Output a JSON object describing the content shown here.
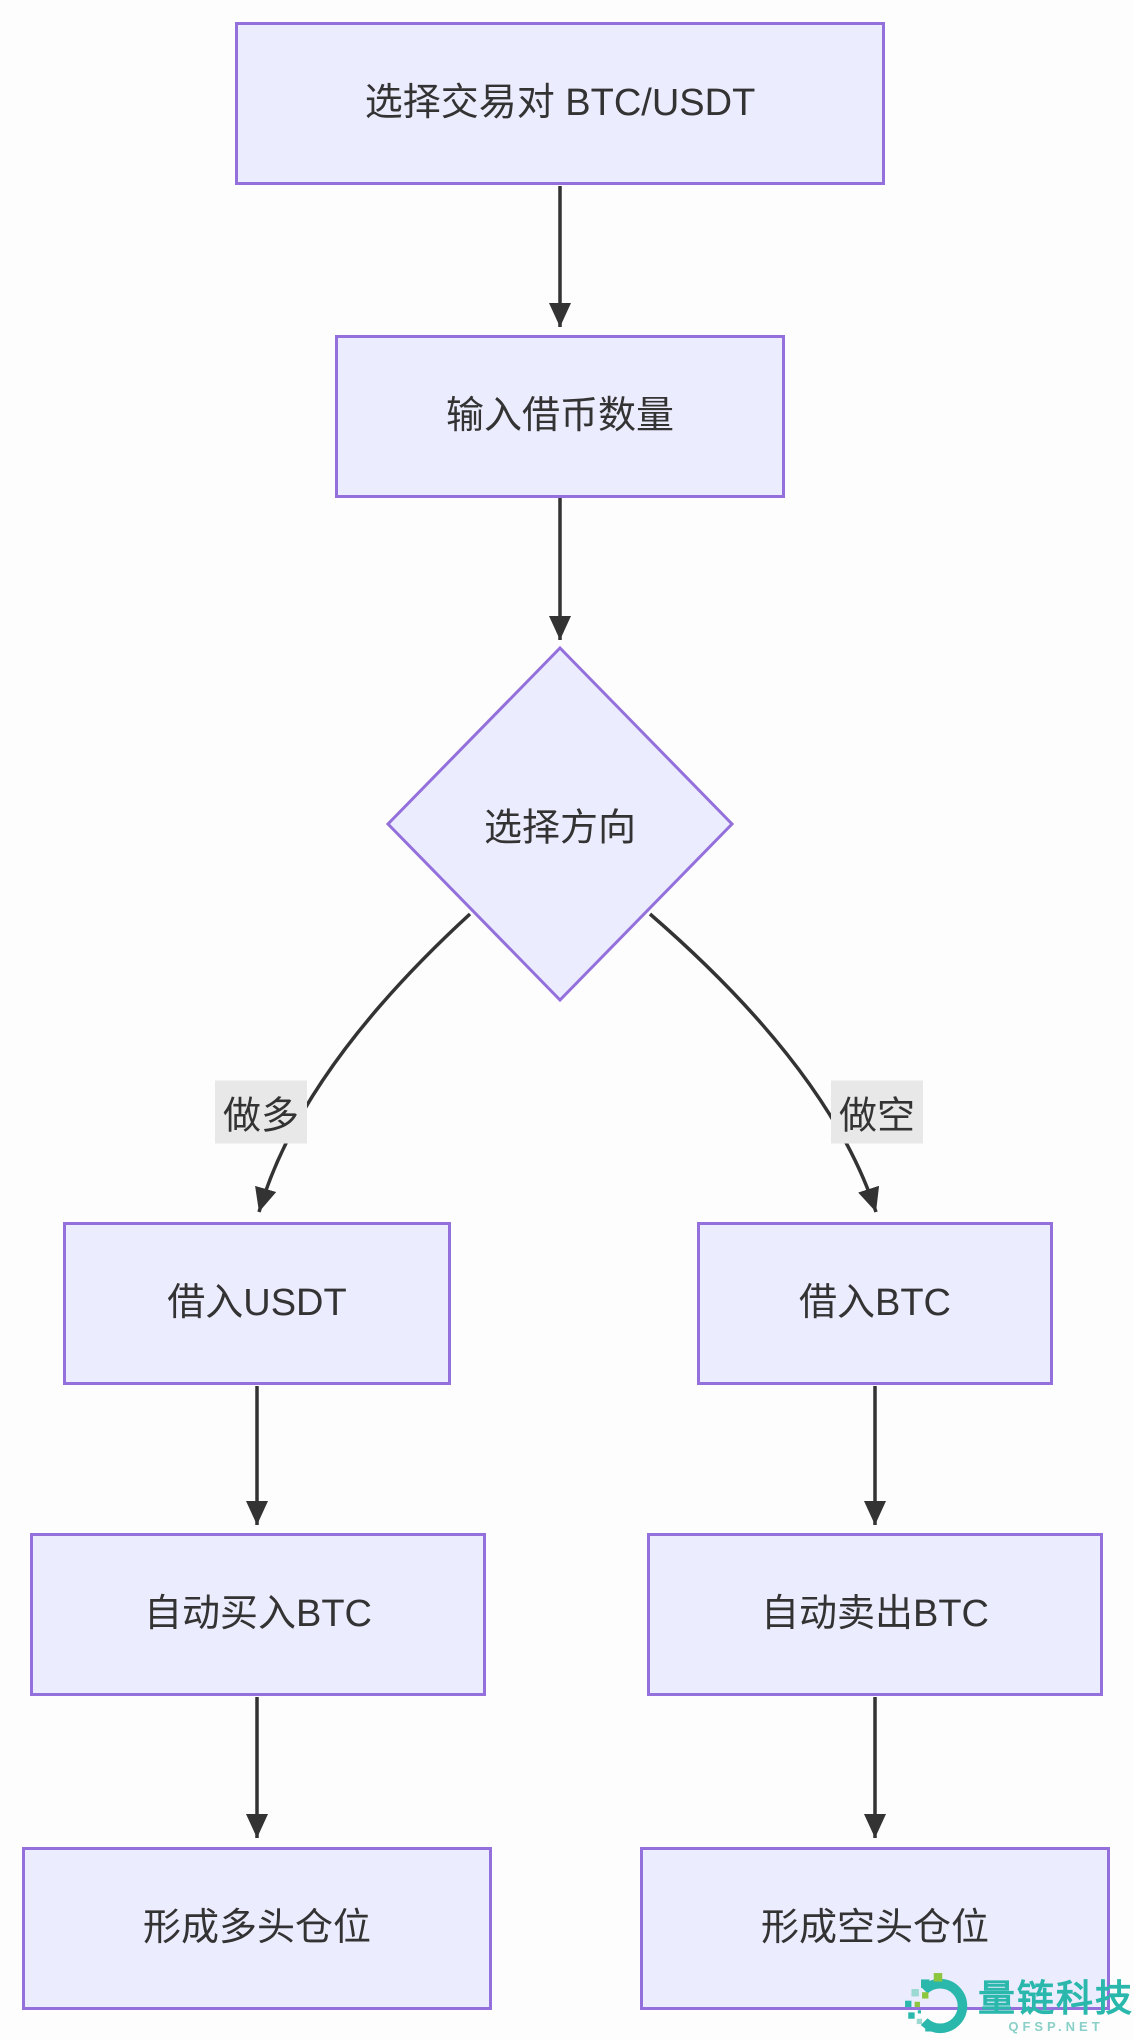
{
  "diagram": {
    "type": "flowchart",
    "background": "#fdfdfd",
    "node_fill": "#ECECFF",
    "node_border": "#9370DB",
    "arrow_color": "#333333",
    "text_color": "#333333",
    "edge_label_bg": "#e8e8e8",
    "nodes": {
      "pair": {
        "label": "选择交易对 BTC/USDT",
        "shape": "rect"
      },
      "amount": {
        "label": "输入借币数量",
        "shape": "rect"
      },
      "direction": {
        "label": "选择方向",
        "shape": "diamond"
      },
      "borrow_usdt": {
        "label": "借入USDT",
        "shape": "rect"
      },
      "borrow_btc": {
        "label": "借入BTC",
        "shape": "rect"
      },
      "buy_btc": {
        "label": "自动买入BTC",
        "shape": "rect"
      },
      "sell_btc": {
        "label": "自动卖出BTC",
        "shape": "rect"
      },
      "long_pos": {
        "label": "形成多头仓位",
        "shape": "rect"
      },
      "short_pos": {
        "label": "形成空头仓位",
        "shape": "rect"
      }
    },
    "edges": {
      "long_label": "做多",
      "short_label": "做空"
    },
    "flow": [
      "pair -> amount",
      "amount -> direction",
      "direction -做多-> borrow_usdt",
      "direction -做空-> borrow_btc",
      "borrow_usdt -> buy_btc",
      "borrow_btc -> sell_btc",
      "buy_btc -> long_pos",
      "sell_btc -> short_pos"
    ]
  },
  "watermark": {
    "brand": "量链科技",
    "site": "QFSP.NET",
    "teal": "#2BB8AC",
    "green": "#8CC63F"
  }
}
